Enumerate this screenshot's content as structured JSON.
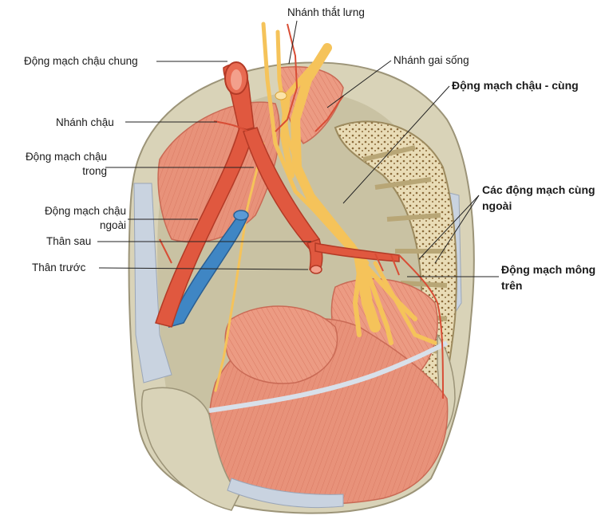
{
  "labels": {
    "nhanh_that_lung": "Nhánh thắt lưng",
    "dm_chau_chung": "Động mạch chậu chung",
    "nhanh_gai_song": "Nhánh gai sống",
    "dm_chau_cung": "Động mạch chậu - cùng",
    "nhanh_chau": "Nhánh chậu",
    "dm_chau_trong_1": "Động mạch chậu",
    "dm_chau_trong_2": "trong",
    "dm_chau_ngoai_1": "Động mạch chậu",
    "dm_chau_ngoai_2": "ngoài",
    "than_sau": "Thân sau",
    "than_truoc": "Thân trước",
    "cac_dm_cung_ngoai_1": "Các động mạch cùng",
    "cac_dm_cung_ngoai_2": "ngoài",
    "dm_mong_tren_1": "Động mạch mông",
    "dm_mong_tren_2": "trên"
  },
  "colors": {
    "bone": "#d9d3b8",
    "bone_dark": "#b8b08f",
    "muscle": "#e8927a",
    "muscle_light": "#f0b39f",
    "artery": "#e0583f",
    "vein": "#3f86c4",
    "nerve": "#f5c35a",
    "ligament": "#c9d3e0"
  }
}
